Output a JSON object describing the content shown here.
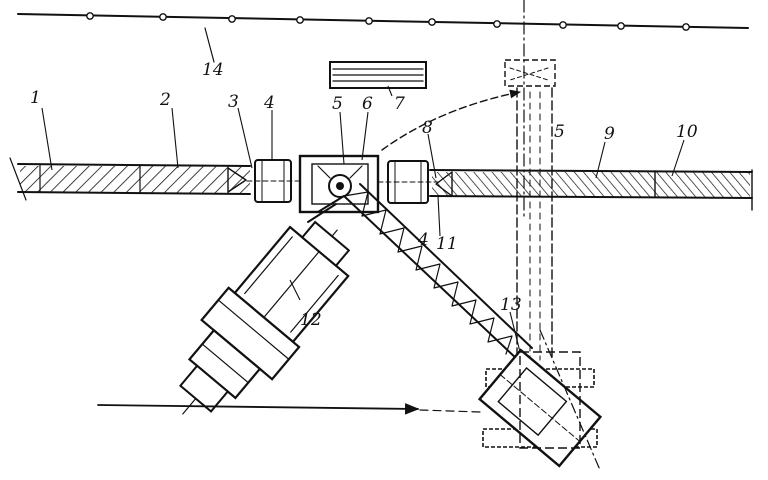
{
  "drawing": {
    "labels": {
      "n1": "1",
      "n2": "2",
      "n3": "3",
      "n4a": "4",
      "n5a": "5",
      "n6": "6",
      "n7": "7",
      "n8": "8",
      "n5b": "5",
      "n9": "9",
      "n10": "10",
      "n4b": "4",
      "n11": "11",
      "n12": "12",
      "n13": "13",
      "n14": "14"
    }
  }
}
